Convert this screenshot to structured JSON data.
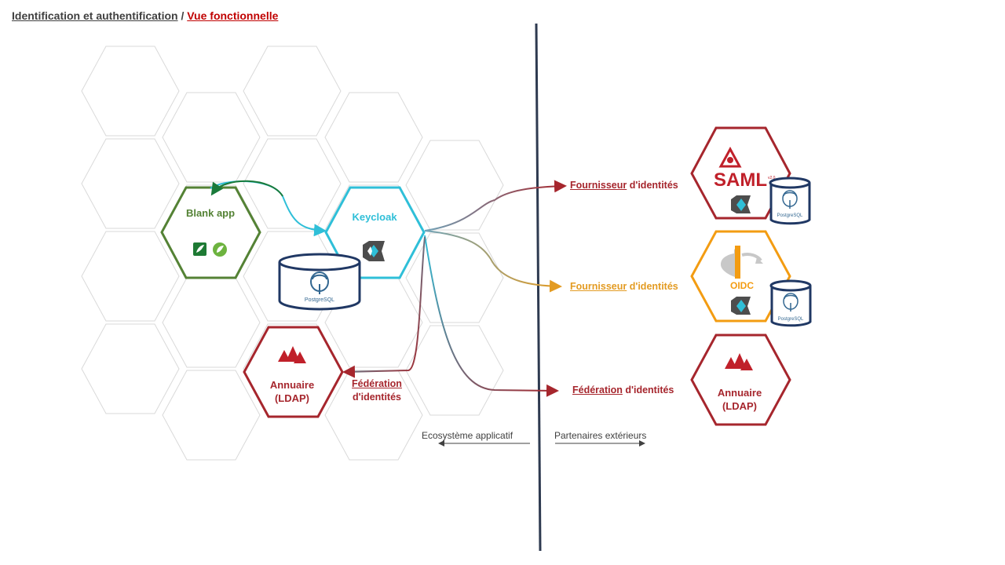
{
  "title": {
    "part1": "Identification et authentification",
    "separator": " / ",
    "part2": "Vue fonctionnelle"
  },
  "nodes": {
    "blank_app": {
      "label": "Blank app",
      "color": "#548235"
    },
    "keycloak": {
      "label": "Keycloak",
      "color": "#2fbfd8"
    },
    "annuaire_internal": {
      "line1": "Annuaire",
      "line2": "(LDAP)",
      "color": "#a6262d"
    },
    "annuaire_external": {
      "line1": "Annuaire",
      "line2": "(LDAP)",
      "color": "#a6262d"
    },
    "oidc": {
      "label": "OIDC",
      "color": "#f39c12"
    },
    "saml": {
      "label": "SAML",
      "version": "v2.0",
      "color": "#a6262d"
    }
  },
  "federation_internal": {
    "line1": "Fédération",
    "line2": "d'identités"
  },
  "providers": [
    {
      "strong": "Fournisseur",
      "rest": " d'identités",
      "color": "#a6262d"
    },
    {
      "strong": "Fournisseur",
      "rest": " d'identités",
      "color": "#e39b22"
    },
    {
      "strong": "Fédération",
      "rest": " d'identités",
      "color": "#a6262d"
    }
  ],
  "zones": {
    "left": "Ecosystème applicatif",
    "right": "Partenaires extérieurs"
  },
  "db_label": "PostgreSQL"
}
